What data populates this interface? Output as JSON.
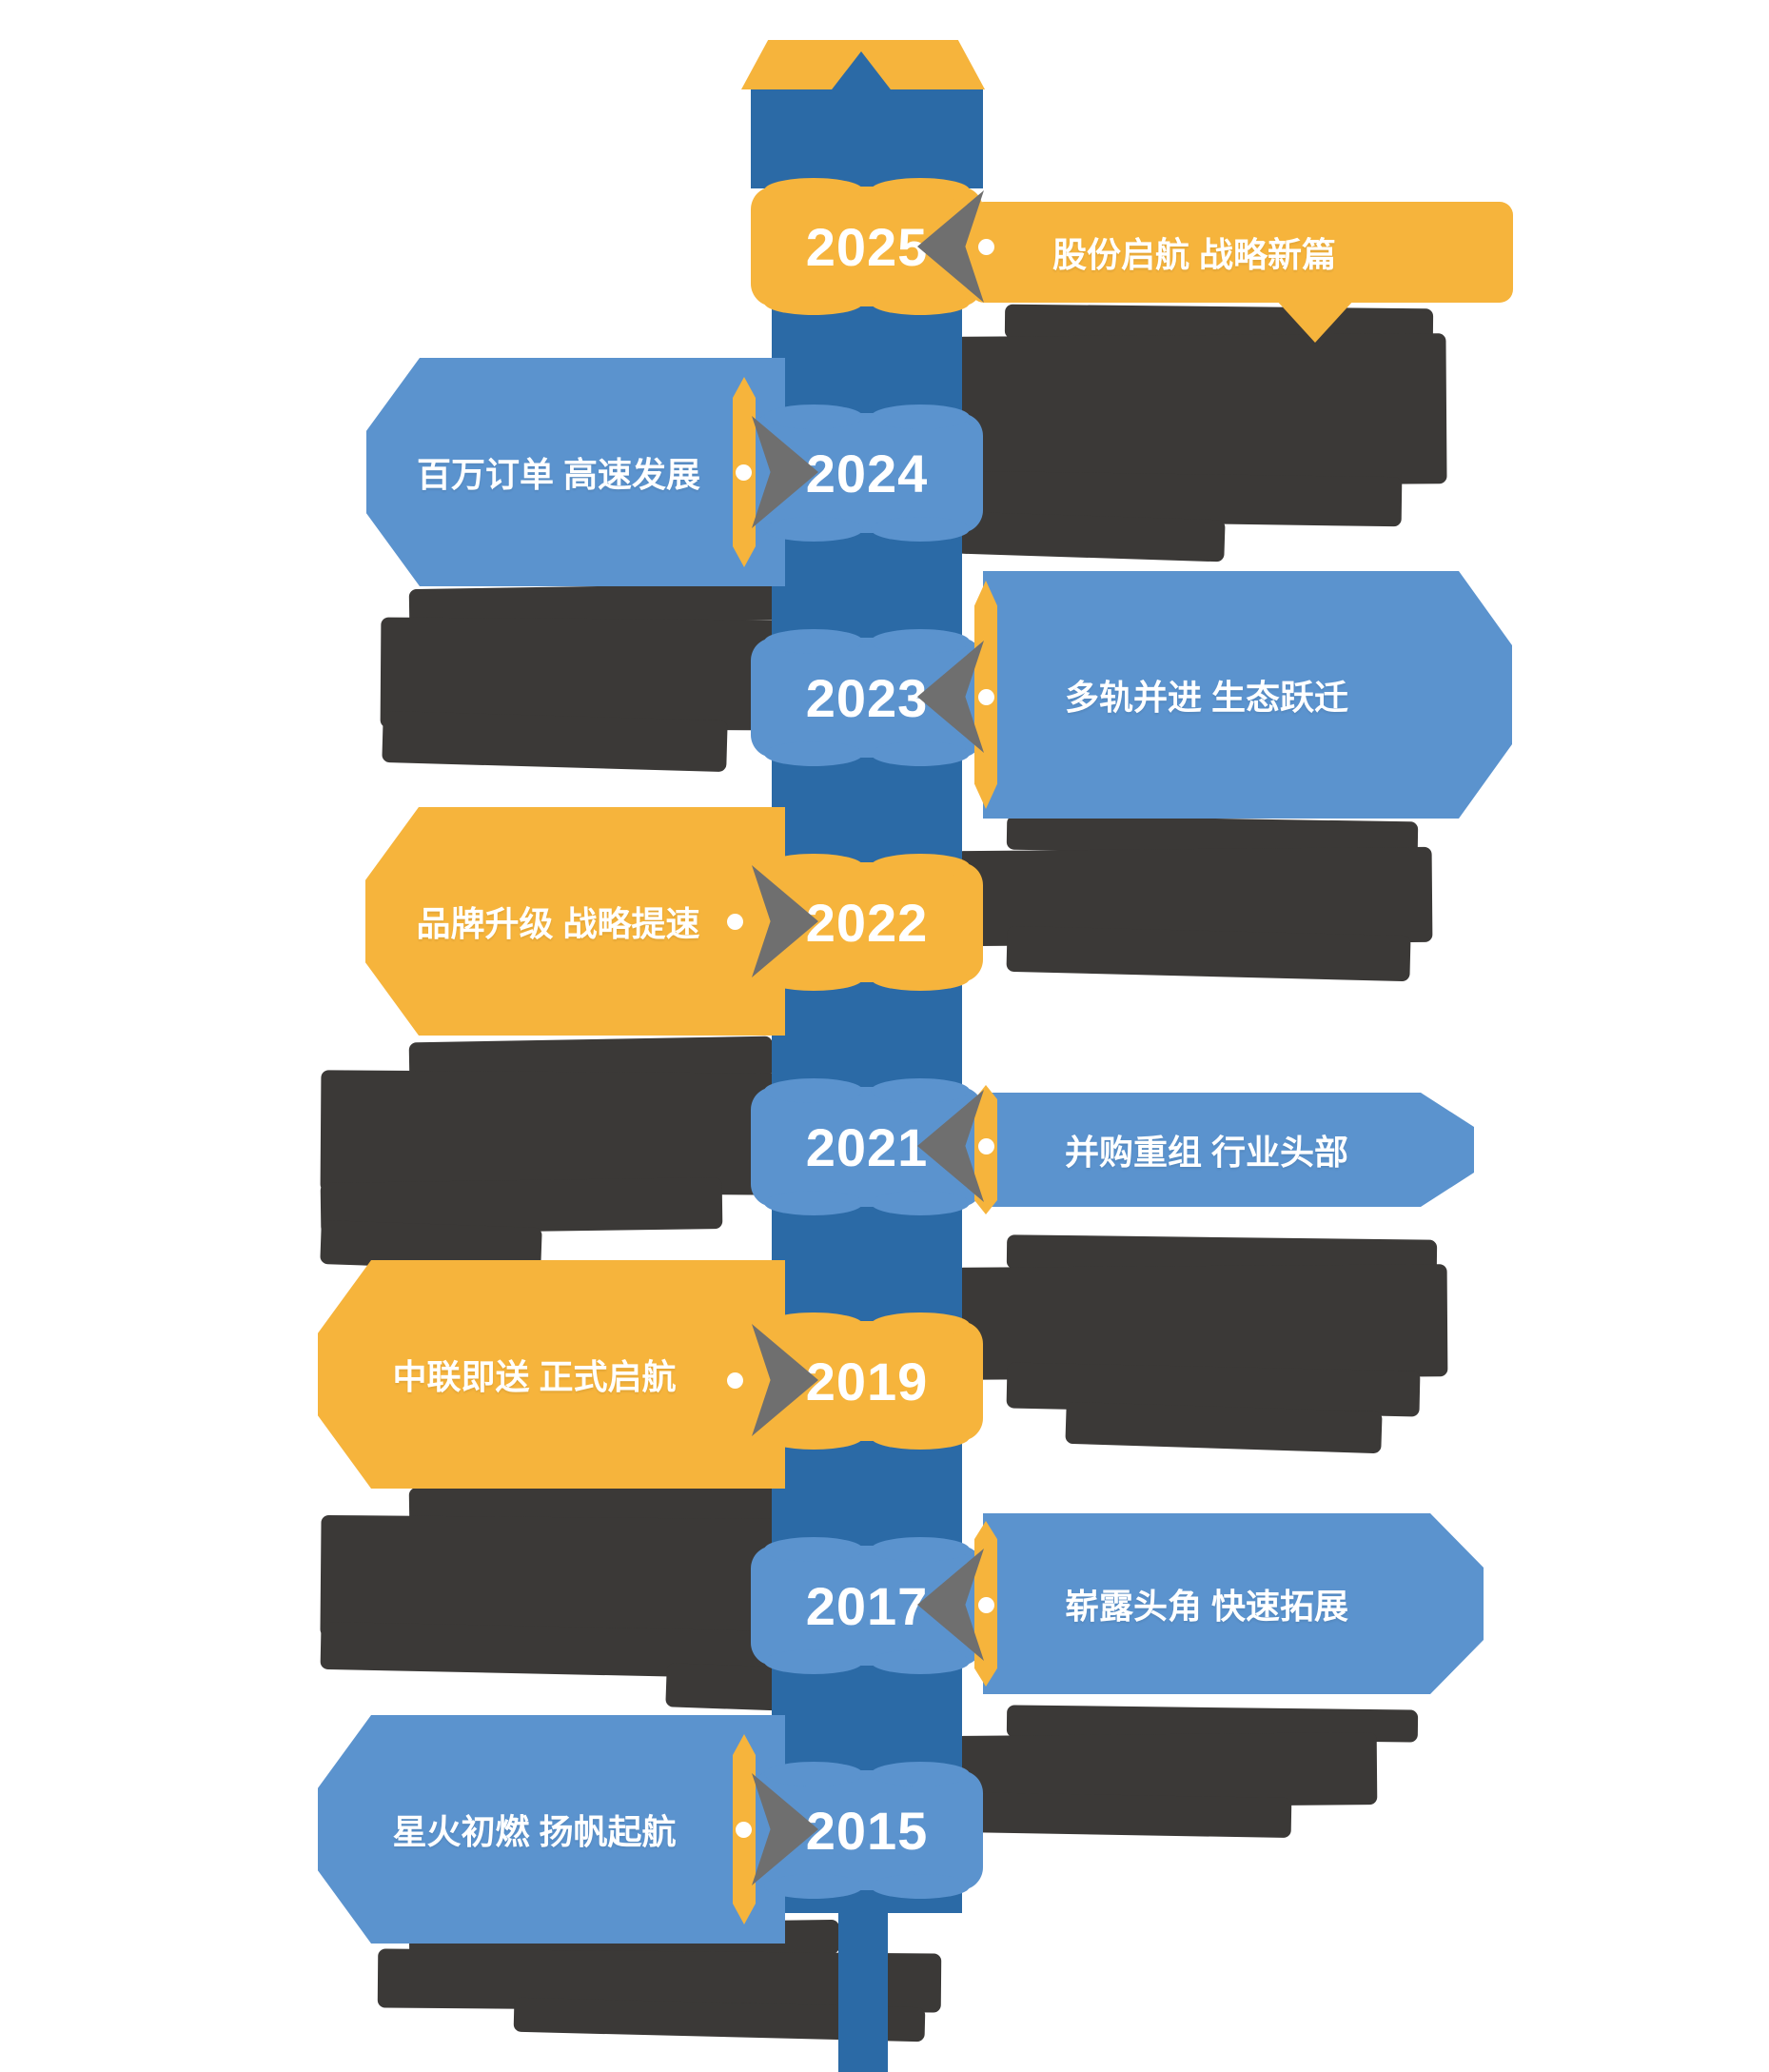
{
  "infographic": {
    "type": "company-milestone-timeline",
    "orientation": "vertical",
    "palette": {
      "yellow": "#F6B43C",
      "dark_blue": "#2B6AA6",
      "light_blue": "#5B93CE",
      "title_text": "#FFFFFF",
      "paragraph_block": "#3B3937",
      "arrow_gray": "#6F6F6F",
      "background": "#FFFFFF"
    },
    "items": [
      {
        "year": "2025",
        "title": "股份启航 战略新篇",
        "side": "right",
        "color": "yellow",
        "body_legible": false
      },
      {
        "year": "2024",
        "title": "百万订单 高速发展",
        "side": "left",
        "color": "light_blue",
        "body_legible": false
      },
      {
        "year": "2023",
        "title": "多轨并进 生态跃迁",
        "side": "right",
        "color": "light_blue",
        "body_legible": false
      },
      {
        "year": "2022",
        "title": "品牌升级 战略提速",
        "side": "left",
        "color": "yellow",
        "body_legible": false
      },
      {
        "year": "2021",
        "title": "并购重组 行业头部",
        "side": "right",
        "color": "light_blue",
        "body_legible": false
      },
      {
        "year": "2019",
        "title": "中联即送 正式启航",
        "side": "left",
        "color": "yellow",
        "body_legible": false
      },
      {
        "year": "2017",
        "title": "崭露头角 快速拓展",
        "side": "right",
        "color": "light_blue",
        "body_legible": false
      },
      {
        "year": "2015",
        "title": "星火初燃 扬帆起航",
        "side": "left",
        "color": "light_blue",
        "body_legible": false
      }
    ]
  }
}
